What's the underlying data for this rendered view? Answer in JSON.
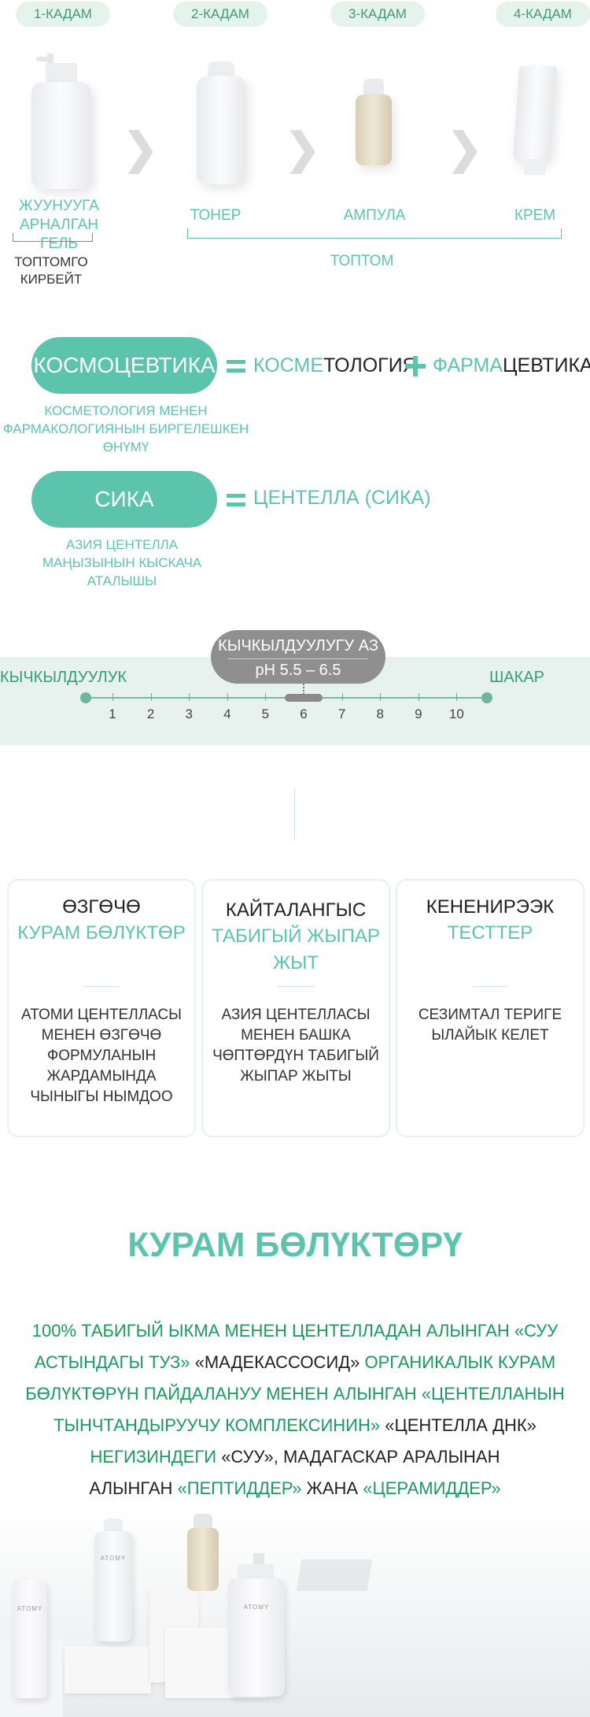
{
  "steps": [
    {
      "pill": "1-КАДАМ",
      "label_line1": "ЖУУНУУГА",
      "label_line2": "АРНАЛГАН ГЕЛЬ"
    },
    {
      "pill": "2-КАДАМ",
      "label": "ТОНЕР"
    },
    {
      "pill": "3-КАДАМ",
      "label": "АМПУЛА"
    },
    {
      "pill": "4-КАДАМ",
      "label": "КРЕМ"
    }
  ],
  "step1_note_line1": "ТОПТОМГО",
  "step1_note_line2": "КИРБЕЙТ",
  "set_label": "ТОПТОМ",
  "cosmo": {
    "pill": "КОСМОЦЕВТИКА",
    "part1_teal": "КОСМЕ",
    "part1_dark": "ТОЛОГИЯ",
    "part2_teal": "ФАРМА",
    "part2_dark": "ЦЕВТИКА",
    "desc_line1": "КОСМЕТОЛОГИЯ МЕНЕН",
    "desc_line2": "ФАРМАКОЛОГИЯНЫН БИРГЕЛЕШКЕН",
    "desc_line3": "ӨНҮМҮ"
  },
  "cica": {
    "pill": "СИКА",
    "value": "ЦЕНТЕЛЛА (СИКА)",
    "desc_line1": "АЗИЯ ЦЕНТЕЛЛА",
    "desc_line2": "МАҢЫЗЫНЫН КЫСКАЧА",
    "desc_line3": "АТАЛЫШЫ"
  },
  "ph": {
    "badge_line1": "КЫЧКЫЛДУУЛУГУ АЗ",
    "badge_line2": "pH 5.5 – 6.5",
    "left_label": "КЫЧКЫЛДУУЛУК",
    "right_label": "ШАКАР",
    "numbers": [
      "1",
      "2",
      "3",
      "4",
      "5",
      "6",
      "7",
      "8",
      "9",
      "10"
    ],
    "range": [
      5.5,
      6.5
    ]
  },
  "cards": [
    {
      "title1": "ӨЗГӨЧӨ",
      "title2_line1": "КУРАМ БӨЛҮКТӨР",
      "title2_line2": "",
      "desc": [
        "АТОМИ ЦЕНТЕЛЛАСЫ",
        "МЕНЕН ӨЗГӨЧӨ",
        "ФОРМУЛАНЫН",
        "ЖАРДАМЫНДА",
        "ЧЫНЫГЫ НЫМДОО"
      ]
    },
    {
      "title1": "КАЙТАЛАНГЫС",
      "title2_line1": "ТАБИГЫЙ ЖЫПАР",
      "title2_line2": "ЖЫТ",
      "desc": [
        "АЗИЯ ЦЕНТЕЛЛАСЫ",
        "МЕНЕН БАШКА",
        "ЧӨПТӨРДҮН ТАБИГЫЙ",
        "ЖЫПАР ЖЫТЫ"
      ]
    },
    {
      "title1": "КЕНЕНИРЭЭК",
      "title2_line1": "ТЕСТТЕР",
      "title2_line2": "",
      "desc": [
        "СЕЗИМТАЛ ТЕРИГЕ",
        "ЫЛАЙЫК КЕЛЕТ"
      ]
    }
  ],
  "ingredients": {
    "heading": "КУРАМ БӨЛҮКТӨРҮ",
    "l1": "100% ТАБИГЫЙ ЫКМА МЕНЕН ЦЕНТЕЛЛАДАН АЛЫНГАН «СУУ",
    "l2a": "АСТЫНДАГЫ ТУЗ» ",
    "l2b": "«МАДЕКАССОСИД»",
    "l2c": " ОРГАНИКАЛЫК КУРАМ",
    "l3": "БӨЛҮКТӨРҮН ПАЙДАЛАНУУ МЕНЕН АЛЫНГАН «ЦЕНТЕЛЛАНЫН",
    "l4a": "ТЫНЧТАНДЫРУУЧУ КОМПЛЕКСИНИН» ",
    "l4b": "«ЦЕНТЕЛЛА ДНК»",
    "l5a": "НЕГИЗИНДЕГИ ",
    "l5b": "«СУУ», МАДАГАСКАР АРАЛЫНАН",
    "l6a": "АЛЫНГАН ",
    "l6b": "«ПЕПТИДДЕР»",
    "l6c": " ЖАНА ",
    "l6d": "«ЦЕРАМИДДЕР»"
  },
  "brand": "ATOMY"
}
